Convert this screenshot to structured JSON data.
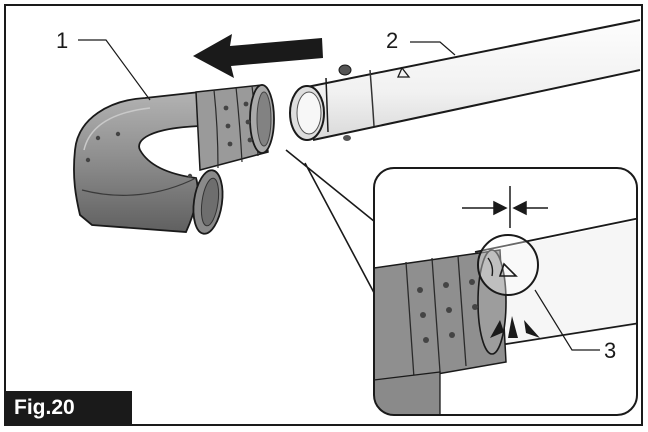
{
  "figure": {
    "label": "Fig.20",
    "callouts": [
      "1",
      "2",
      "3"
    ]
  },
  "colors": {
    "background": "#ffffff",
    "line": "#1a1a1a",
    "part_fill": "#8f8f8f",
    "part_dark": "#6e6e6e",
    "pipe_fill": "#f4f4f4",
    "label_bg": "#1a1a1a",
    "label_text": "#ffffff"
  },
  "icons": [
    "arrow-left-icon",
    "insert-arrow-icon",
    "dimension-arrows-icon"
  ]
}
